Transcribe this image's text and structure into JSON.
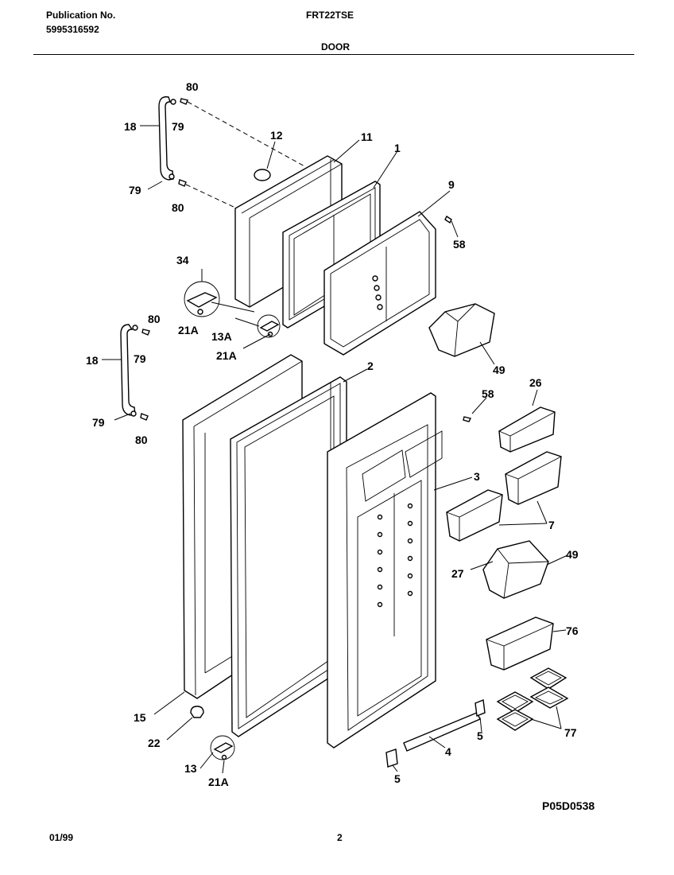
{
  "header": {
    "publication_label": "Publication No.",
    "publication_number": "5995316592",
    "model": "FRT22TSE",
    "section": "DOOR"
  },
  "parts": {
    "p80a": "80",
    "p79a": "79",
    "p18a": "18",
    "p79b": "79",
    "p80b": "80",
    "p12": "12",
    "p11": "11",
    "p1": "1",
    "p9": "9",
    "p58a": "58",
    "p34": "34",
    "p21a1": "21A",
    "p13a": "13A",
    "p21a2": "21A",
    "p80c": "80",
    "p18b": "18",
    "p79c": "79",
    "p79d": "79",
    "p80d": "80",
    "p2": "2",
    "p49a": "49",
    "p58b": "58",
    "p26": "26",
    "p3": "3",
    "p7": "7",
    "p49b": "49",
    "p27": "27",
    "p76": "76",
    "p15": "15",
    "p22": "22",
    "p77": "77",
    "p5a": "5",
    "p4": "4",
    "p13": "13",
    "p21a3": "21A",
    "p5b": "5"
  },
  "figure_code": "P05D0538",
  "footer": {
    "date": "01/99",
    "page": "2"
  }
}
